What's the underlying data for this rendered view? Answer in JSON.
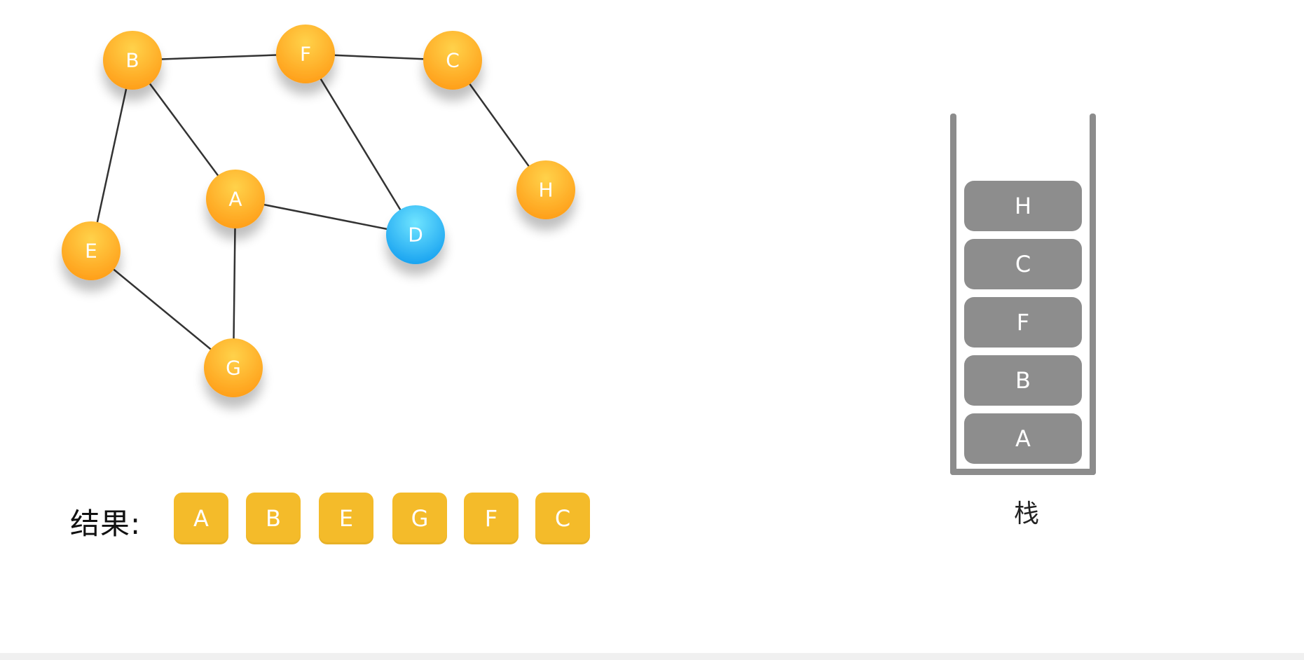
{
  "graph": {
    "nodes": [
      {
        "id": "B",
        "label": "B",
        "state": "visited"
      },
      {
        "id": "F",
        "label": "F",
        "state": "visited"
      },
      {
        "id": "C",
        "label": "C",
        "state": "visited"
      },
      {
        "id": "H",
        "label": "H",
        "state": "visited"
      },
      {
        "id": "A",
        "label": "A",
        "state": "visited"
      },
      {
        "id": "D",
        "label": "D",
        "state": "current"
      },
      {
        "id": "E",
        "label": "E",
        "state": "visited"
      },
      {
        "id": "G",
        "label": "G",
        "state": "visited"
      }
    ],
    "edges": [
      [
        "B",
        "F"
      ],
      [
        "F",
        "C"
      ],
      [
        "C",
        "H"
      ],
      [
        "B",
        "A"
      ],
      [
        "B",
        "E"
      ],
      [
        "F",
        "D"
      ],
      [
        "A",
        "D"
      ],
      [
        "A",
        "G"
      ],
      [
        "E",
        "G"
      ]
    ],
    "colors": {
      "visited_top": "#ffd24a",
      "visited_bottom": "#ff9f1a",
      "current_top": "#6fe4ff",
      "current_bottom": "#1aa3f0",
      "edge": "#333333"
    }
  },
  "result": {
    "label": "结果:",
    "items": [
      "A",
      "B",
      "E",
      "G",
      "F",
      "C"
    ],
    "color": "#f4bb2a"
  },
  "stack": {
    "caption": "栈",
    "items_top_to_bottom": [
      "H",
      "C",
      "F",
      "B",
      "A"
    ],
    "color": "#8d8d8d"
  }
}
